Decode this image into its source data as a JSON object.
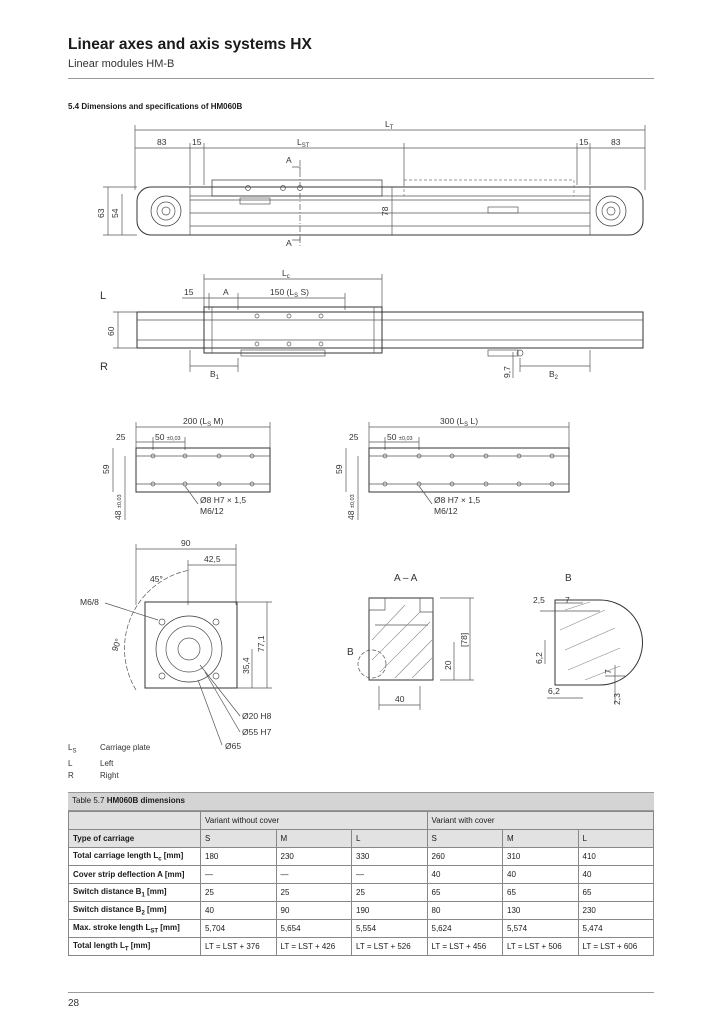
{
  "header": {
    "title": "Linear axes and axis systems HX",
    "subtitle": "Linear modules HM-B"
  },
  "section_title": "5.4 Dimensions and specifications of HM060B",
  "drawing_labels": {
    "lt": "L",
    "lt_sub": "T",
    "lst": "L",
    "lst_sub": "ST",
    "d83a": "83",
    "d15a": "15",
    "d15b": "15",
    "d83b": "83",
    "sectA_top": "A",
    "sectA_bot": "A",
    "d63": "63",
    "d54": "54",
    "d78": "78",
    "lc": "L",
    "lc_sub": "c",
    "d15c": "15",
    "dA": "A",
    "d150": "150 (L",
    "d150_sub": "S",
    "d150_end": " S)",
    "label_L": "L",
    "label_R": "R",
    "d60": "60",
    "b1": "B",
    "b1_sub": "1",
    "b2": "B",
    "b2_sub": "2",
    "d97": "9,7",
    "d200": "200 (L",
    "d200_sub": "S",
    "d200_end": " M)",
    "d300": "300  (L",
    "d300_sub": "S",
    "d300_end": " L)",
    "d25a": "25",
    "d25b": "25",
    "d50a": "50",
    "d50a_tol": "±0,03",
    "d50b": "50",
    "d50b_tol": "±0,03",
    "d59a": "59",
    "d59b": "59",
    "d48a": "48",
    "d48a_tol": "±0,03",
    "d48b": "48",
    "d48b_tol": "±0,03",
    "hole1a": "Ø8 H7 × 1,5",
    "hole1b": "M6/12",
    "hole2a": "Ø8 H7 × 1,5",
    "hole2b": "M6/12",
    "d90": "90",
    "d425": "42,5",
    "a45": "45°",
    "a90": "90°",
    "m68": "M6/8",
    "d771": "77,1",
    "d354": "35,4",
    "d20h8": "Ø20 H8",
    "d55h7": "Ø55 H7",
    "d65": "Ø65",
    "aa_title": "A – A",
    "b_title": "B",
    "b_label": "B",
    "d78b": "[78]",
    "d20": "20",
    "d40": "40",
    "d25": "2,5",
    "d7a": "7",
    "d62a": "6,2",
    "d62b": "6,2",
    "d7b": "7",
    "d23": "2,3"
  },
  "legend": [
    {
      "symbol": "L",
      "symbol_sub": "S",
      "text": "Carriage plate"
    },
    {
      "symbol": "L",
      "symbol_sub": "",
      "text": "Left"
    },
    {
      "symbol": "R",
      "symbol_sub": "",
      "text": "Right"
    }
  ],
  "table": {
    "caption_prefix": "Table 5.7 ",
    "caption_bold": "HM060B dimensions",
    "group_without": "Variant without cover",
    "group_with": "Variant with cover",
    "rows": [
      {
        "label": "Type of carriage",
        "cells": [
          "S",
          "M",
          "L",
          "S",
          "M",
          "L"
        ]
      },
      {
        "label": "Total carriage length L",
        "label_sub": "c",
        "label_end": " [mm]",
        "cells": [
          "180",
          "230",
          "330",
          "260",
          "310",
          "410"
        ]
      },
      {
        "label": "Cover strip deflection A [mm]",
        "cells": [
          "—",
          "—",
          "—",
          "40",
          "40",
          "40"
        ]
      },
      {
        "label": "Switch distance B",
        "label_sub": "1",
        "label_end": " [mm]",
        "cells": [
          "25",
          "25",
          "25",
          "65",
          "65",
          "65"
        ]
      },
      {
        "label": "Switch distance B",
        "label_sub": "2",
        "label_end": " [mm]",
        "cells": [
          "40",
          "90",
          "190",
          "80",
          "130",
          "230"
        ]
      },
      {
        "label": "Max. stroke length L",
        "label_sub": "ST",
        "label_end": " [mm]",
        "cells": [
          "5,704",
          "5,654",
          "5,554",
          "5,624",
          "5,574",
          "5,474"
        ]
      },
      {
        "label": "Total length L",
        "label_sub": "T",
        "label_end": " [mm]",
        "cells": [
          "LT = LST + 376",
          "LT = LST + 426",
          "LT = LST + 526",
          "LT = LST + 456",
          "LT = LST + 506",
          "LT = LST + 606"
        ]
      }
    ]
  },
  "page_number": "28"
}
